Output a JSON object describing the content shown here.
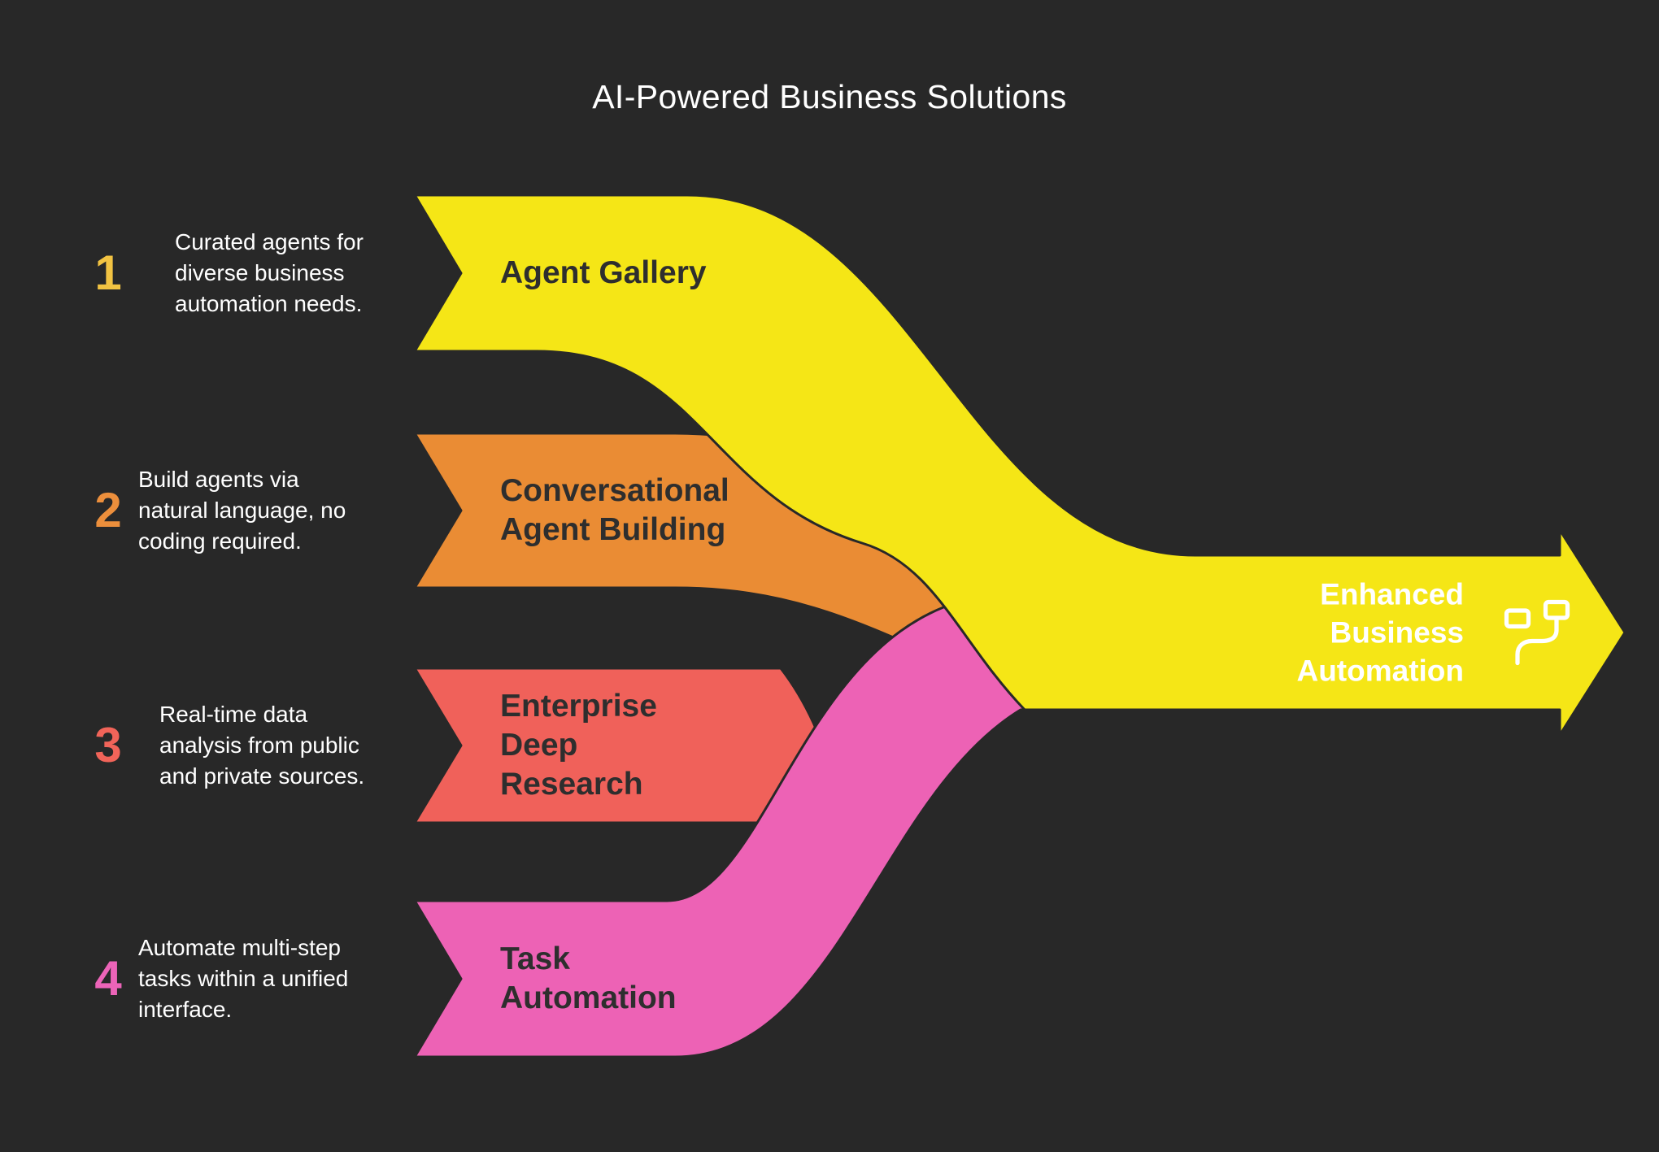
{
  "title": "AI-Powered Business Solutions",
  "colors": {
    "background": "#282828",
    "band_yellow": "#F5E616",
    "band_orange": "#EA8C34",
    "band_red": "#F0615A",
    "band_pink": "#ED62B5"
  },
  "steps": [
    {
      "number": "1",
      "color": "#F2C342",
      "description": "Curated agents for\ndiverse business\nautomation needs.",
      "label": "Agent Gallery"
    },
    {
      "number": "2",
      "color": "#EC8F3C",
      "description": "Build agents via\nnatural language, no\ncoding required.",
      "label": "Conversational\nAgent Building"
    },
    {
      "number": "3",
      "color": "#F16459",
      "description": "Real-time data\nanalysis from public\nand private sources.",
      "label": "Enterprise\nDeep\nResearch"
    },
    {
      "number": "4",
      "color": "#EC64B8",
      "description": "Automate multi-step\ntasks within a unified\ninterface.",
      "label": "Task\nAutomation"
    }
  ],
  "result": {
    "label": "Enhanced\nBusiness\nAutomation",
    "icon": "automation-icon"
  }
}
